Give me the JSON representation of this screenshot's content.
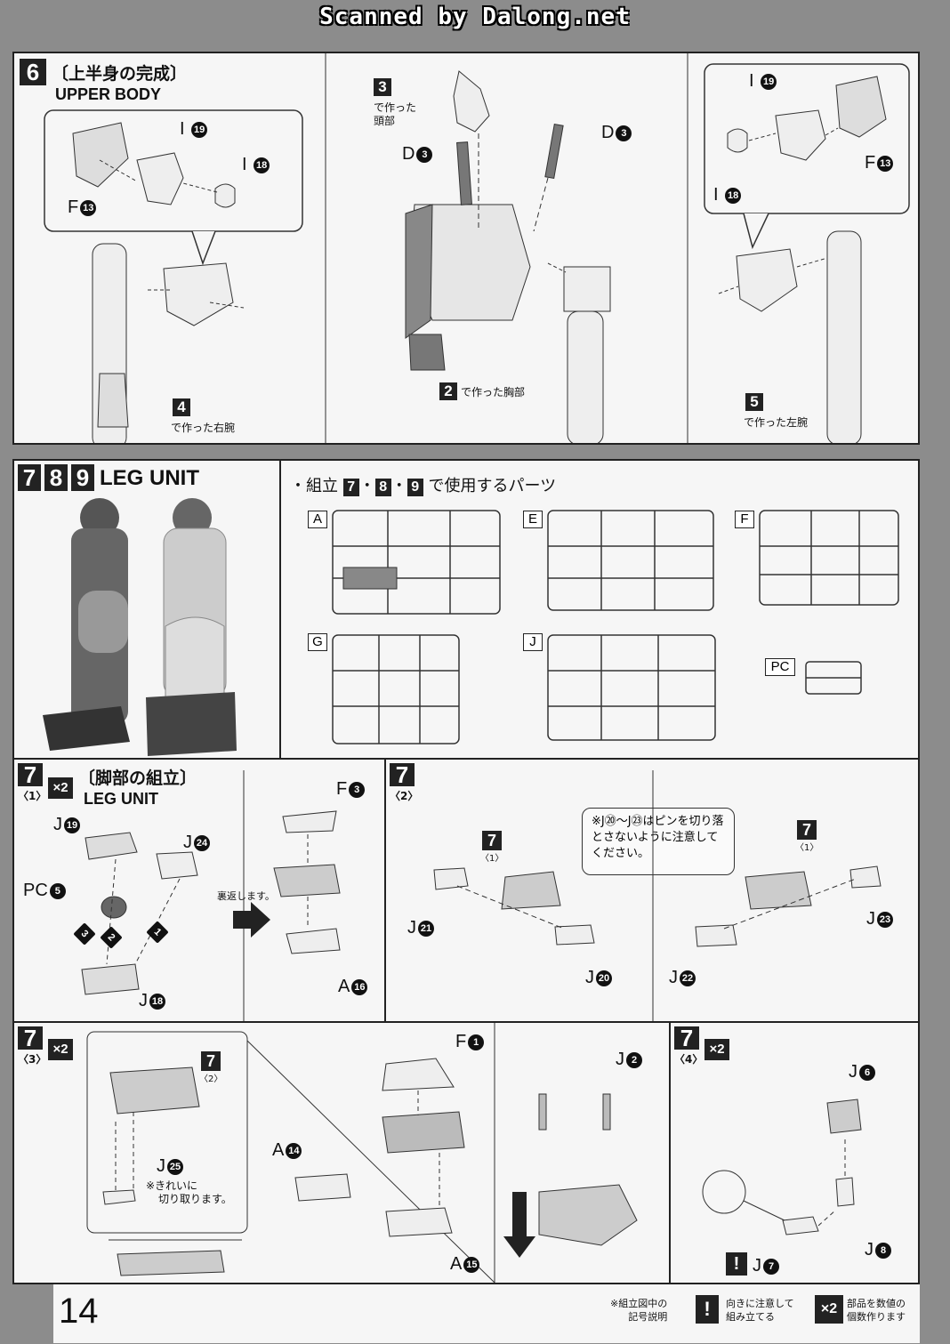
{
  "banner": "Scanned by Dalong.net",
  "page_number": "14",
  "step6": {
    "number": "6",
    "title_jp": "〔上半身の完成〕",
    "title_en": "UPPER BODY",
    "parts": {
      "i19": "I",
      "i19n": "19",
      "i18": "I",
      "i18n": "18",
      "f13": "F",
      "f13n": "13",
      "d3a": "D",
      "d3an": "3",
      "d3b": "D",
      "d3bn": "3"
    },
    "ref_head": {
      "num": "3",
      "text1": "で作った",
      "text2": "頭部"
    },
    "ref_chest": {
      "num": "2",
      "text": "で作った胸部"
    },
    "ref_right_arm": {
      "num": "4",
      "text": "で作った右腕"
    },
    "ref_left_arm": {
      "num": "5",
      "text": "で作った左腕"
    }
  },
  "step789": {
    "nums": [
      "7",
      "8",
      "9"
    ],
    "title": "LEG UNIT",
    "parts_heading_pre": "・組立",
    "parts_heading_nums": [
      "7",
      "8",
      "9"
    ],
    "parts_heading_post": "で使用するパーツ",
    "runners": [
      "A",
      "E",
      "F",
      "G",
      "J",
      "PC"
    ]
  },
  "step7_1": {
    "number": "7",
    "sub": "〈1〉",
    "multiplier": "×2",
    "title_jp": "〔脚部の組立〕",
    "title_en": "LEG UNIT",
    "flip_text": "裏返します。",
    "parts": {
      "j19": "J",
      "j19n": "19",
      "j24": "J",
      "j24n": "24",
      "pc5": "PC",
      "pc5n": "5",
      "j18": "J",
      "j18n": "18",
      "f3": "F",
      "f3n": "3",
      "a16": "A",
      "a16n": "16"
    },
    "order": [
      "1",
      "2",
      "3"
    ]
  },
  "step7_2": {
    "number": "7",
    "sub": "〈2〉",
    "note": "※J⑳～J㉓はピンを切り落とさないように注意してください。",
    "ref_num": "7",
    "ref_sub": "〈1〉",
    "parts": {
      "j21": "J",
      "j21n": "21",
      "j20": "J",
      "j20n": "20",
      "j22": "J",
      "j22n": "22",
      "j23": "J",
      "j23n": "23"
    }
  },
  "step7_3": {
    "number": "7",
    "sub": "〈3〉",
    "multiplier": "×2",
    "ref_num": "7",
    "ref_sub": "〈2〉",
    "note1": "※きれいに",
    "note2": "切り取ります。",
    "parts": {
      "j25": "J",
      "j25n": "25",
      "f1": "F",
      "f1n": "1",
      "a14": "A",
      "a14n": "14",
      "a15": "A",
      "a15n": "15",
      "j2": "J",
      "j2n": "2"
    }
  },
  "step7_4": {
    "number": "7",
    "sub": "〈4〉",
    "multiplier": "×2",
    "parts": {
      "j6": "J",
      "j6n": "6",
      "j8": "J",
      "j8n": "8",
      "j7": "J",
      "j7n": "7"
    }
  },
  "legend": {
    "title1": "※組立図中の",
    "title2": "記号説明",
    "caution1": "向きに注意して",
    "caution2": "組み立てる",
    "mult_symbol": "×2",
    "mult1": "部品を数値の",
    "mult2": "個数作ります"
  }
}
